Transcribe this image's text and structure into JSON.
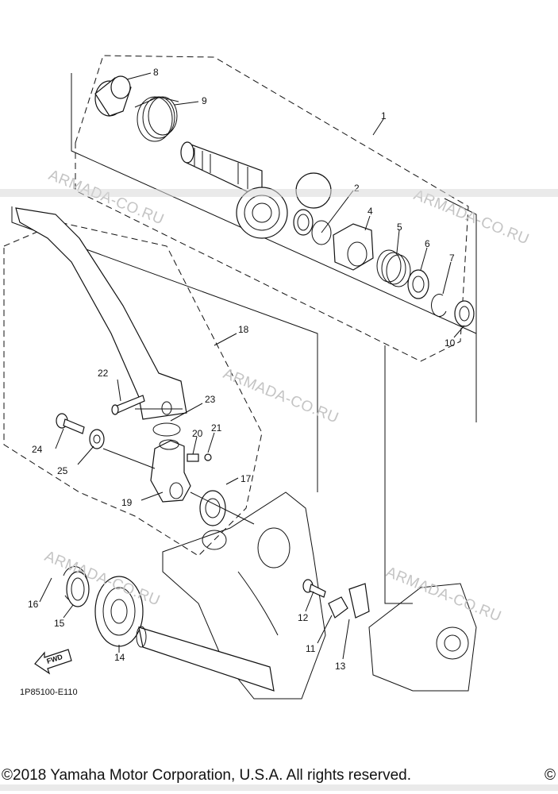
{
  "diagram": {
    "drawing_code": "1P85100-E110",
    "copyright": "©2018 Yamaha Motor Corporation, U.S.A. All rights reserved.",
    "copyright_tail": "©",
    "fwd_label": "FWD",
    "watermark": "ARMADA-CO.RU",
    "callouts": [
      {
        "id": "c1",
        "label": "1"
      },
      {
        "id": "c2",
        "label": "2"
      },
      {
        "id": "c4",
        "label": "4"
      },
      {
        "id": "c5",
        "label": "5"
      },
      {
        "id": "c6",
        "label": "6"
      },
      {
        "id": "c7",
        "label": "7"
      },
      {
        "id": "c8",
        "label": "8"
      },
      {
        "id": "c9",
        "label": "9"
      },
      {
        "id": "c10",
        "label": "10"
      },
      {
        "id": "c11",
        "label": "11"
      },
      {
        "id": "c12",
        "label": "12"
      },
      {
        "id": "c13",
        "label": "13"
      },
      {
        "id": "c14",
        "label": "14"
      },
      {
        "id": "c15",
        "label": "15"
      },
      {
        "id": "c16",
        "label": "16"
      },
      {
        "id": "c17",
        "label": "17"
      },
      {
        "id": "c18",
        "label": "18"
      },
      {
        "id": "c19",
        "label": "19"
      },
      {
        "id": "c20",
        "label": "20"
      },
      {
        "id": "c21",
        "label": "21"
      },
      {
        "id": "c22",
        "label": "22"
      },
      {
        "id": "c23",
        "label": "23"
      },
      {
        "id": "c24",
        "label": "24"
      },
      {
        "id": "c25",
        "label": "25"
      }
    ]
  }
}
